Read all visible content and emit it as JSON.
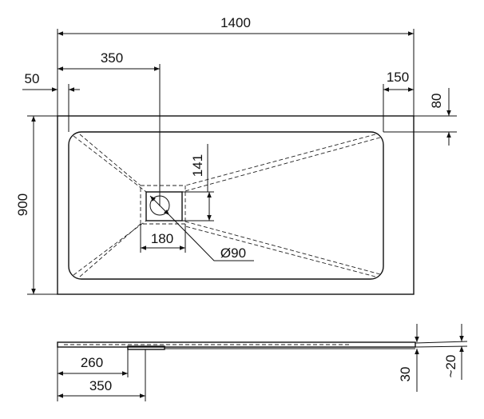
{
  "drawing": {
    "plan": {
      "overall_length": "1400",
      "drain_offset_left": "350",
      "border_left": "50",
      "border_right": "150",
      "border_top": "80",
      "overall_width": "900",
      "drain_box_height": "141",
      "drain_box_width": "180",
      "drain_diameter": "Ø90"
    },
    "side": {
      "drain_start": "260",
      "drain_center": "350",
      "thickness": "30",
      "edge_thickness": "~20"
    }
  }
}
